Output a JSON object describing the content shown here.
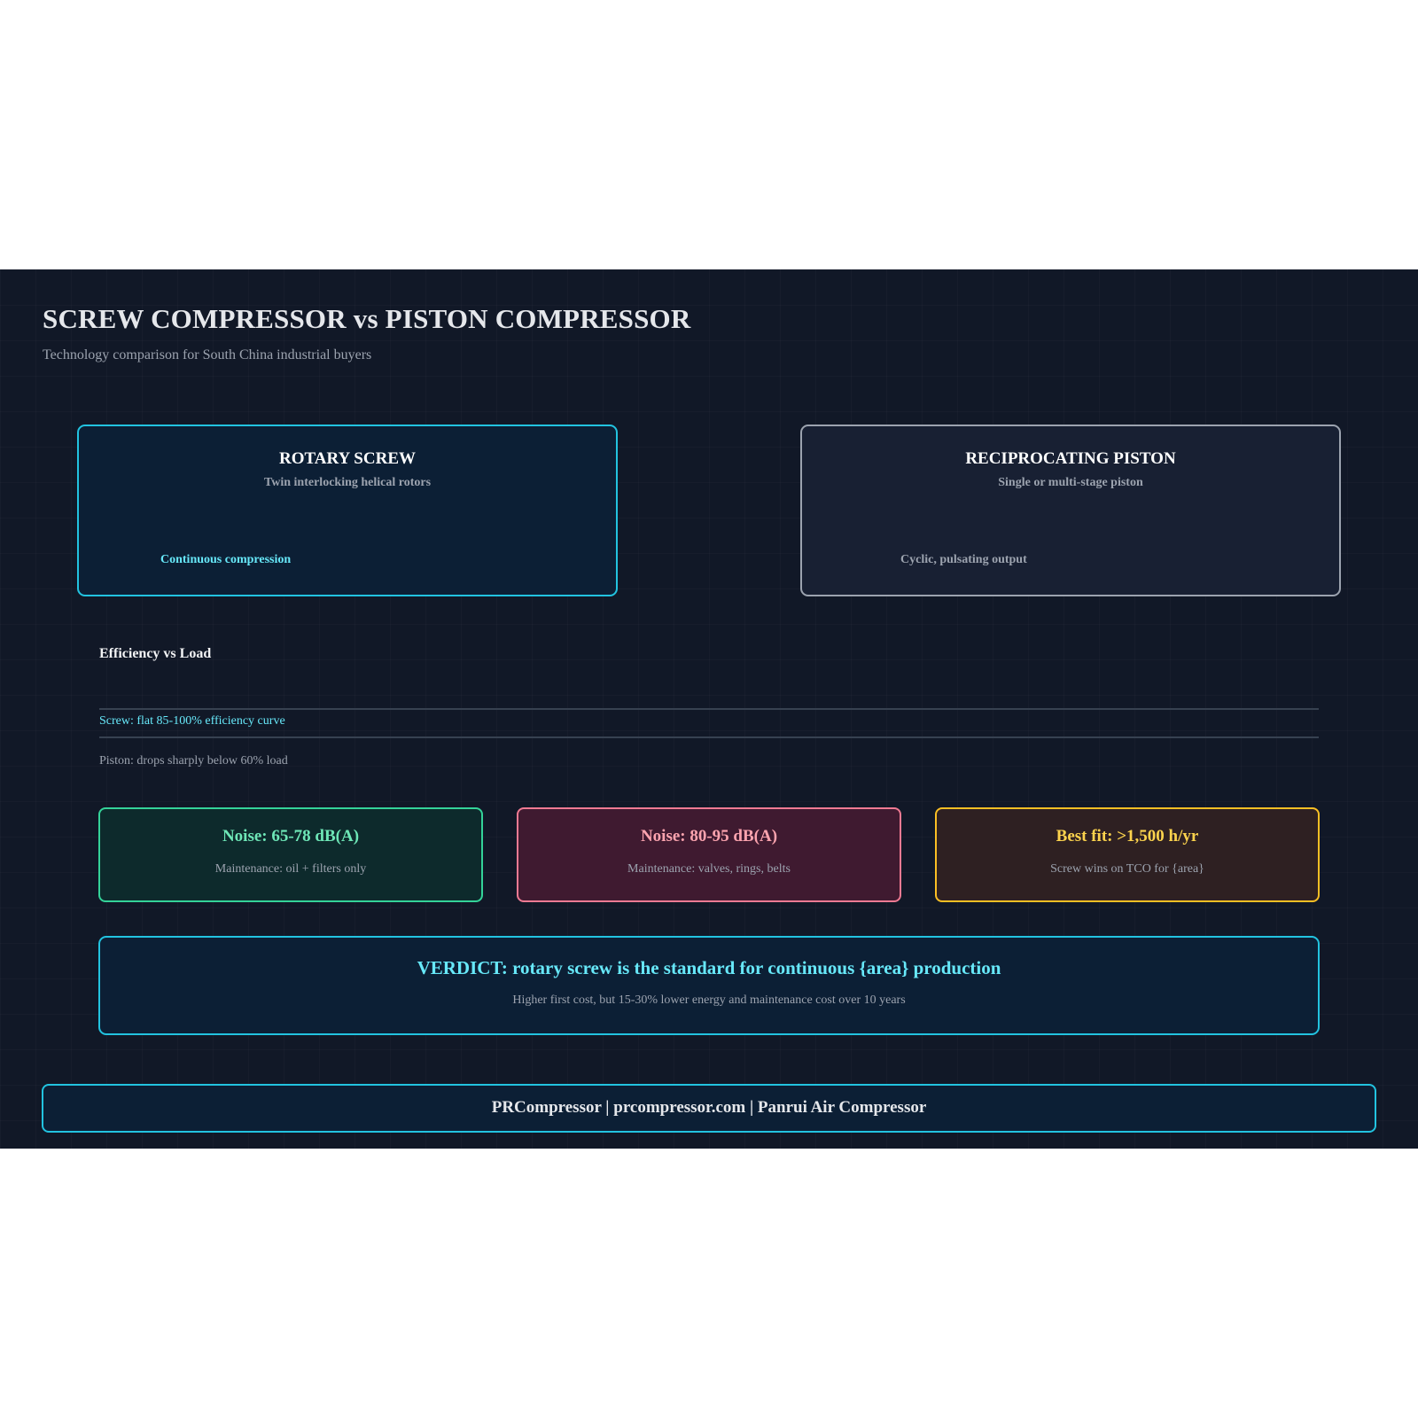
{
  "header": {
    "title": "SCREW COMPRESSOR vs PISTON COMPRESSOR",
    "subtitle": "Technology comparison for South China industrial buyers"
  },
  "technologies": {
    "screw": {
      "name": "ROTARY SCREW",
      "description": "Twin interlocking helical rotors",
      "note": "Continuous compression"
    },
    "piston": {
      "name": "RECIPROCATING PISTON",
      "description": "Single or multi-stage piston",
      "note": "Cyclic, pulsating output"
    }
  },
  "efficiency": {
    "title": "Efficiency vs Load",
    "screw": "Screw: flat 85-100% efficiency curve",
    "piston": "Piston: drops sharply below 60% load"
  },
  "cards": {
    "noise_screw": {
      "heading": "Noise: 65-78 dB(A)",
      "detail": "Maintenance: oil + filters only"
    },
    "noise_piston": {
      "heading": "Noise: 80-95 dB(A)",
      "detail": "Maintenance: valves, rings, belts"
    },
    "best_fit": {
      "heading": "Best fit: >1,500 h/yr",
      "detail": "Screw wins on TCO for {area}"
    }
  },
  "verdict": {
    "heading": "VERDICT: rotary screw is the standard for continuous {area} production",
    "detail": "Higher first cost, but 15-30% lower energy and maintenance cost over 10 years"
  },
  "footer": {
    "text": "PRCompressor | prcompressor.com | Panrui Air Compressor"
  },
  "colors": {
    "background": "#111827",
    "accent_cyan": "#22c3e0",
    "green": "#34d399",
    "red": "#f07a93",
    "amber": "#fbbf24",
    "muted": "#9ca3af"
  }
}
